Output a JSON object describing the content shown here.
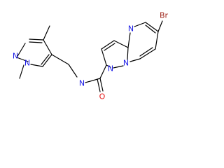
{
  "molecule": {
    "atoms": [
      {
        "id": "n_pz1",
        "label": "N",
        "color": "#1a1ae6"
      },
      {
        "id": "n_pz2",
        "label": "N",
        "color": "#1a1ae6"
      },
      {
        "id": "n_amide",
        "label": "N",
        "color": "#1a1ae6"
      },
      {
        "id": "n_ring1",
        "label": "N",
        "color": "#1a1ae6"
      },
      {
        "id": "n_ring2",
        "label": "N",
        "color": "#1a1ae6"
      },
      {
        "id": "n_ring3",
        "label": "N",
        "color": "#1a1ae6"
      },
      {
        "id": "o_amide",
        "label": "O",
        "color": "#e61a1a"
      },
      {
        "id": "br",
        "label": "Br",
        "color": "#a0281e"
      }
    ]
  }
}
